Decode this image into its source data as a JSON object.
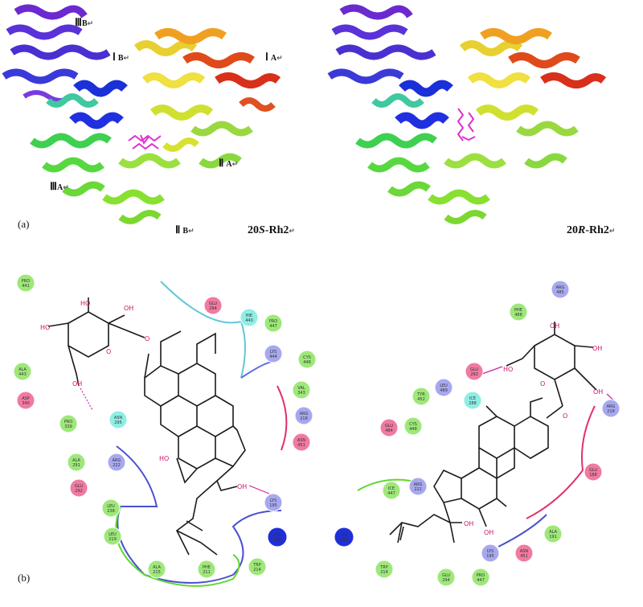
{
  "panel_a": {
    "label": "(a)",
    "left": {
      "title_prefix": "20",
      "title_italic": "S",
      "title_suffix": "-Rh2",
      "regions": [
        {
          "numeral": "Ⅲ",
          "letter": "B"
        },
        {
          "numeral": "Ⅰ",
          "letter": "B"
        },
        {
          "numeral": "Ⅰ",
          "letter": "A"
        },
        {
          "numeral": "Ⅱ",
          "letter": "A"
        },
        {
          "numeral": "Ⅲ",
          "letter": "A"
        },
        {
          "numeral": "Ⅱ",
          "letter": "B"
        }
      ]
    },
    "right": {
      "title_prefix": "20",
      "title_italic": "R",
      "title_suffix": "-Rh2"
    },
    "return_mark": "↵"
  },
  "panel_b": {
    "label": "(b)",
    "atoms": {
      "hydroxyl": "HO",
      "hydroxyl_r": "OH",
      "oxygen": "O"
    },
    "left_residues": [
      {
        "name": "PRO",
        "num": "441",
        "type": "green"
      },
      {
        "name": "ALA",
        "num": "443",
        "type": "green"
      },
      {
        "name": "ASP",
        "num": "340",
        "type": "red"
      },
      {
        "name": "PRO",
        "num": "339",
        "type": "green"
      },
      {
        "name": "ASN",
        "num": "295",
        "type": "cyan"
      },
      {
        "name": "ALA",
        "num": "291",
        "type": "green"
      },
      {
        "name": "GLU",
        "num": "292",
        "type": "red"
      },
      {
        "name": "ARG",
        "num": "222",
        "type": "blue"
      },
      {
        "name": "LEU",
        "num": "238",
        "type": "green"
      },
      {
        "name": "LEU",
        "num": "219",
        "type": "green"
      },
      {
        "name": "ALA",
        "num": "215",
        "type": "green"
      },
      {
        "name": "PHE",
        "num": "211",
        "type": "green"
      },
      {
        "name": "TRP",
        "num": "214",
        "type": "green"
      },
      {
        "name": "LYS",
        "num": "195",
        "type": "blue"
      },
      {
        "name": "LYS",
        "num": "199",
        "type": "darkblue"
      },
      {
        "name": "GLU",
        "num": "294",
        "type": "red"
      },
      {
        "name": "HIE",
        "num": "440",
        "type": "cyan"
      },
      {
        "name": "PRO",
        "num": "447",
        "type": "green"
      },
      {
        "name": "LYS",
        "num": "444",
        "type": "blue"
      },
      {
        "name": "CYS",
        "num": "448",
        "type": "green"
      },
      {
        "name": "VAL",
        "num": "343",
        "type": "green"
      },
      {
        "name": "ARG",
        "num": "218",
        "type": "blue"
      },
      {
        "name": "ASN",
        "num": "451",
        "type": "red"
      }
    ],
    "right_residues": [
      {
        "name": "ARG",
        "num": "485",
        "type": "blue"
      },
      {
        "name": "PHE",
        "num": "488",
        "type": "green"
      },
      {
        "name": "GLU",
        "num": "292",
        "type": "red"
      },
      {
        "name": "ICE",
        "num": "288",
        "type": "cyan"
      },
      {
        "name": "LEU",
        "num": "489",
        "type": "blue"
      },
      {
        "name": "TYR",
        "num": "452",
        "type": "green"
      },
      {
        "name": "GLU",
        "num": "484",
        "type": "red"
      },
      {
        "name": "CYS",
        "num": "448",
        "type": "green"
      },
      {
        "name": "ICE",
        "num": "447",
        "type": "green"
      },
      {
        "name": "ARG",
        "num": "222",
        "type": "blue"
      },
      {
        "name": "ARG",
        "num": "218",
        "type": "blue"
      },
      {
        "name": "GLU",
        "num": "188",
        "type": "red"
      },
      {
        "name": "ALA",
        "num": "191",
        "type": "green"
      },
      {
        "name": "LYS",
        "num": "199",
        "type": "darkblue"
      },
      {
        "name": "LYS",
        "num": "195",
        "type": "blue"
      },
      {
        "name": "ASN",
        "num": "451",
        "type": "red"
      },
      {
        "name": "TRP",
        "num": "214",
        "type": "green"
      },
      {
        "name": "GLU",
        "num": "294",
        "type": "green"
      },
      {
        "name": "PRO",
        "num": "447",
        "type": "green"
      }
    ]
  },
  "colors": {
    "green": "#9ee87a",
    "red": "#f07aa0",
    "blue": "#a8a8f0",
    "cyan": "#8eeee4",
    "darkblue": "#1f2fd6",
    "bond": "#1a1a1a",
    "hbond": "#d020a0"
  }
}
